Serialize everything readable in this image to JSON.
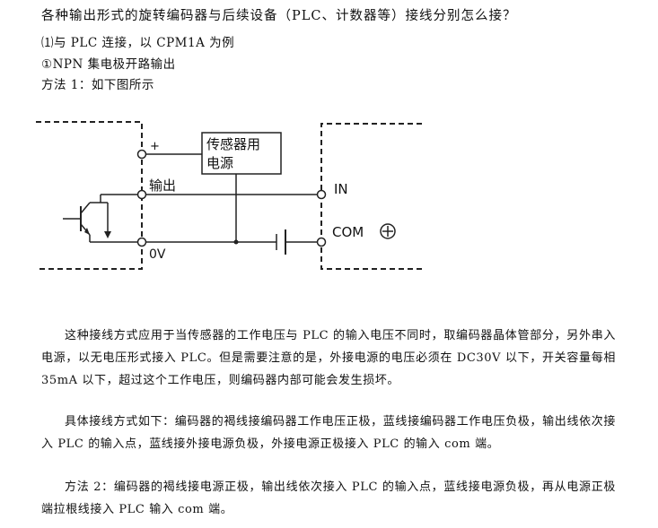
{
  "title": "各种输出形式的旋转编码器与后续设备（PLC、计数器等）接线分别怎么接？",
  "lines": {
    "l1": "⑴与 PLC 连接，以 CPM1A 为例",
    "l2": "①NPN 集电极开路输出",
    "l3": "方法 1：如下图所示"
  },
  "diagram": {
    "sensor_label_1": "传感器用",
    "sensor_label_2": "电源",
    "plus_label": "+",
    "output_label": "输出",
    "zero_v_label": "0V",
    "in_label": "IN",
    "com_label": "COM"
  },
  "paragraphs": {
    "p1": "这种接线方式应用于当传感器的工作电压与 PLC 的输入电压不同时，取编码器晶体管部分，另外串入电源，以无电压形式接入 PLC。但是需要注意的是，外接电源的电压必须在 DC30V 以下，开关容量每相 35mA 以下，超过这个工作电压，则编码器内部可能会发生损坏。",
    "p2": "具体接线方式如下：编码器的褐线接编码器工作电压正极，蓝线接编码器工作电压负极，输出线依次接入 PLC 的输入点，蓝线接外接电源负极，外接电源正极接入 PLC 的输入 com 端。",
    "p3": "方法 2：编码器的褐线接电源正极，输出线依次接入 PLC 的输入点，蓝线接电源负极，再从电源正极端拉根线接入 PLC 输入 com 端。"
  }
}
